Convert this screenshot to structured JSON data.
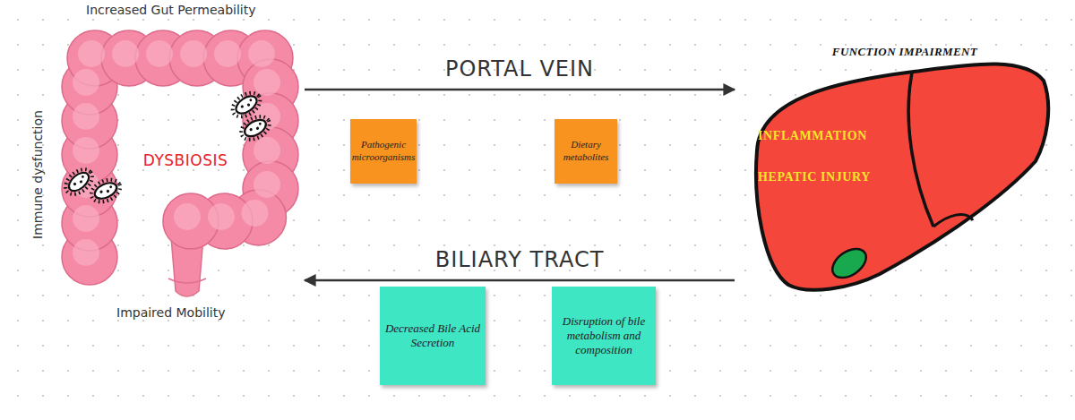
{
  "diagram": {
    "nodes": [
      {
        "text": [
          "DYSBIOSIS"
        ]
      },
      {
        "text": [
          "Pathogenic microorganisms"
        ]
      },
      {
        "text": [
          "Dietary metabolites"
        ]
      },
      {
        "text": [
          "FUNCTION IMPAIRMENT",
          "INFLAMMATION",
          "HEPATIC INJURY"
        ]
      },
      {
        "text": [
          "Decreased Bile Acid Secretion"
        ]
      },
      {
        "text": [
          "Disruption of bile metabolism and composition"
        ]
      }
    ],
    "edges": [
      {
        "from": 0,
        "to": 3,
        "label": "PORTAL VEIN",
        "arrow": "to"
      },
      {
        "from": 3,
        "to": 0,
        "label": "BILIARY TRACT",
        "arrow": "to"
      }
    ],
    "labels": [
      "Increased Gut Permeability",
      "Immune dysfunction",
      "Impaired Mobility"
    ]
  }
}
